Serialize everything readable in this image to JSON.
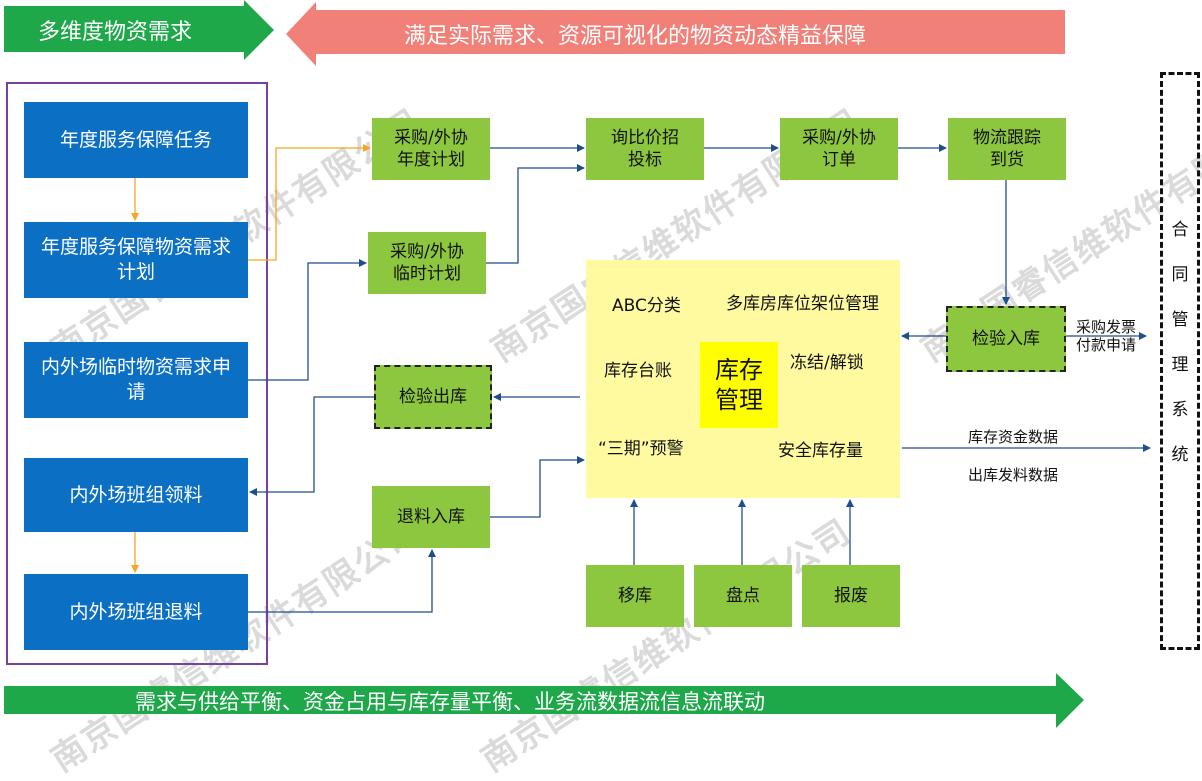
{
  "banners": {
    "top_left": "多维度物资需求",
    "top_right": "满足实际需求、资源可视化的物资动态精益保障",
    "bottom": "需求与供给平衡、资金占用与库存量平衡、业务流数据流信息流联动"
  },
  "left_column": {
    "b1": "年度服务保障任务",
    "b2": "年度服务保障物资需求计划",
    "b3": "内外场临时物资需求申请",
    "b4": "内外场班组领料",
    "b5": "内外场班组退料"
  },
  "flow": {
    "annual_plan": "采购/外协年度计划",
    "temp_plan": "采购/外协临时计划",
    "bidding": "询比价招投标",
    "order": "采购/外协订单",
    "logistics": "物流跟踪到货",
    "inbound_inspection": "检验入库",
    "outbound_inspection": "检验出库",
    "return_storage": "退料入库",
    "transfer": "移库",
    "stocktake": "盘点",
    "scrap": "报废"
  },
  "inventory": {
    "core": "库存管理",
    "abc": "ABC分类",
    "multi_warehouse": "多库房库位架位管理",
    "ledger": "库存台账",
    "freeze": "冻结/解锁",
    "three_periods": "“三期”预警",
    "safety_stock": "安全库存量"
  },
  "side_labels": {
    "invoice": "采购发票付款申请",
    "fund_data": "库存资金数据",
    "issue_data": "出库发料数据"
  },
  "contract_system": [
    "合",
    "同",
    "管",
    "理",
    "系",
    "统"
  ],
  "watermark": "南京国睿信维软件有限公司",
  "colors": {
    "green_banner": "#1ea84a",
    "red_banner": "#f08078",
    "blue_box": "#0b6fc4",
    "green_box": "#8dc63f",
    "yellow_area": "#fffaa0",
    "core_yellow": "#ffff00",
    "purple_frame": "#7b3fa0",
    "arrow_blue": "#1f4e8c",
    "arrow_orange": "#f5a623"
  }
}
